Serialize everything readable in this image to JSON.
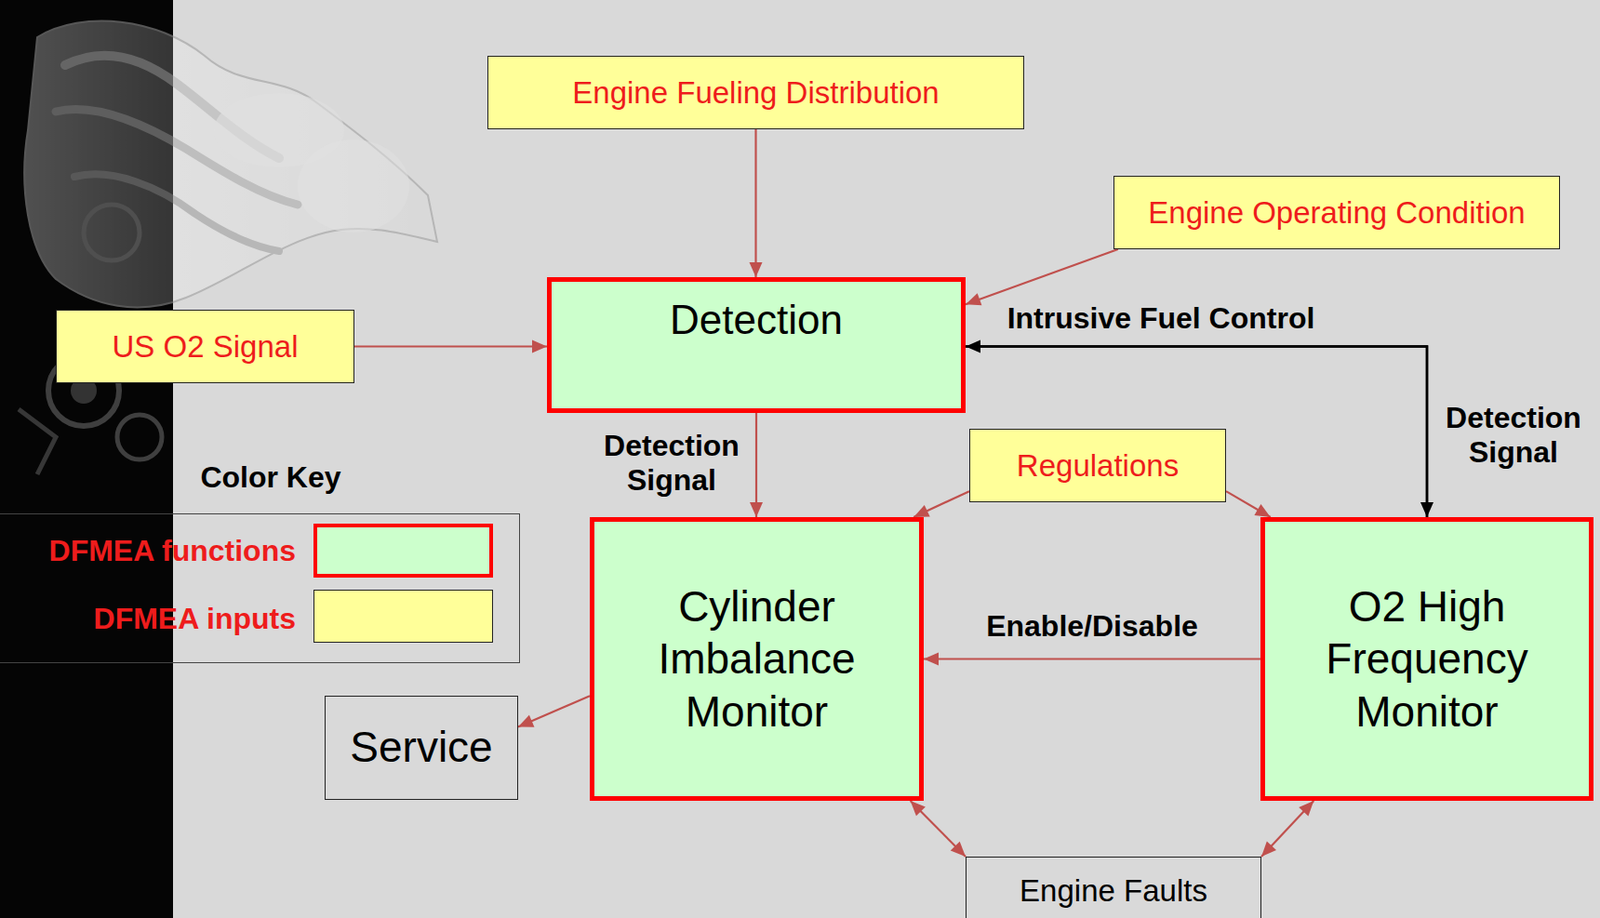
{
  "diagram": {
    "nodes": [
      {
        "text": [
          "Engine Fueling Distribution"
        ]
      },
      {
        "text": [
          "Engine Operating Condition"
        ]
      },
      {
        "text": [
          "US O2 Signal"
        ]
      },
      {
        "text": [
          "Detection"
        ]
      },
      {
        "text": [
          "Regulations"
        ]
      },
      {
        "text": [
          "Cylinder Imbalance Monitor"
        ]
      },
      {
        "text": [
          "O2 High Frequency Monitor"
        ]
      },
      {
        "text": [
          "Service"
        ]
      },
      {
        "text": [
          "Engine Faults"
        ]
      }
    ],
    "edges": [
      {
        "from": 0,
        "to": 3,
        "arrow": "to"
      },
      {
        "from": 1,
        "to": 3,
        "arrow": "to"
      },
      {
        "from": 2,
        "to": 3,
        "arrow": "to"
      },
      {
        "from": 3,
        "to": 5,
        "label": "Detection Signal",
        "arrow": "to"
      },
      {
        "from": 4,
        "to": 5,
        "arrow": "to"
      },
      {
        "from": 4,
        "to": 6,
        "arrow": "to"
      },
      {
        "from": 6,
        "to": 5,
        "label": "Enable/Disable",
        "arrow": "to"
      },
      {
        "from": 5,
        "to": 7,
        "arrow": "to"
      },
      {
        "from": 5,
        "to": 8,
        "arrow": "both"
      },
      {
        "from": 6,
        "to": 8,
        "arrow": "both"
      },
      {
        "from": 6,
        "to": 3,
        "label": "Intrusive Fuel Control",
        "arrow": "to"
      },
      {
        "from": 3,
        "to": 6,
        "label": "Detection Signal",
        "arrow": "to"
      }
    ],
    "labels": [
      "Color Key"
    ],
    "legend": [
      {
        "text": "DFMEA functions",
        "color": "#ccffcc"
      },
      {
        "text": "DFMEA inputs",
        "color": "#ffff99"
      }
    ]
  }
}
